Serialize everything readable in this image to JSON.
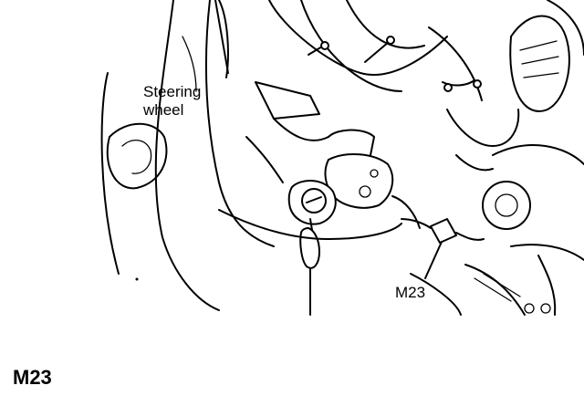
{
  "diagram": {
    "labels": {
      "steering_wheel": "Steering wheel",
      "connector": "M23"
    },
    "caption": "M23"
  }
}
